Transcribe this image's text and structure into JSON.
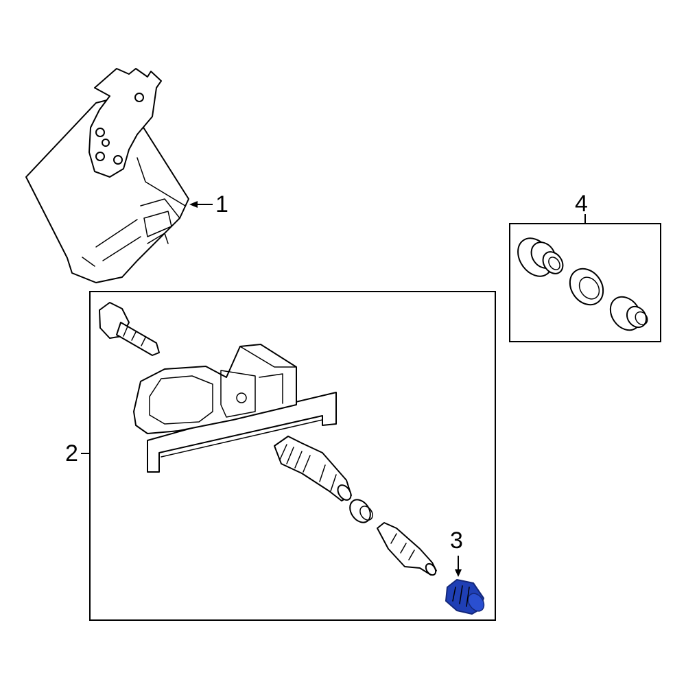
{
  "callouts": {
    "part_1": "1",
    "part_2": "2",
    "part_3": "3",
    "part_4": "4"
  },
  "colors": {
    "highlight": "#1f3fb5",
    "highlight_dark": "#14287a",
    "line": "#000000",
    "background": "#ffffff"
  }
}
